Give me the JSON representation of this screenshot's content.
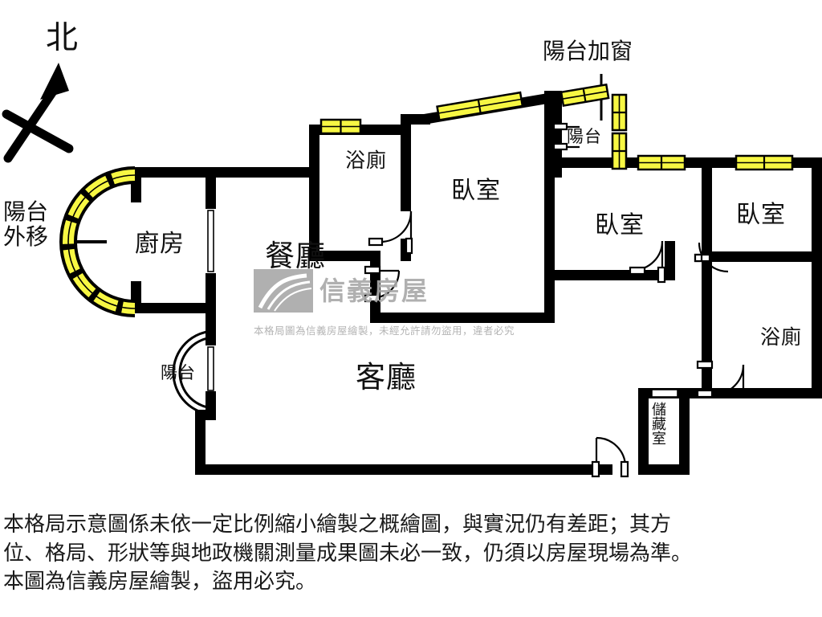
{
  "compass": {
    "label": "北",
    "icon": "north-arrow-icon"
  },
  "callouts": [
    {
      "name": "balcony-relocated",
      "line1": "陽台",
      "line2": "外移"
    },
    {
      "name": "balcony-added-window",
      "text": "陽台加窗"
    }
  ],
  "rooms": [
    {
      "name": "kitchen",
      "label": "廚房",
      "size": "lbl-lg"
    },
    {
      "name": "bathroom-1",
      "label": "浴廁",
      "size": "lbl-md"
    },
    {
      "name": "dining-room",
      "label": "餐廳",
      "size": "lbl-xl"
    },
    {
      "name": "living-room",
      "label": "客廳",
      "size": "lbl-xl"
    },
    {
      "name": "bedroom-1",
      "label": "臥室",
      "size": "lbl-lg"
    },
    {
      "name": "bedroom-2",
      "label": "臥室",
      "size": "lbl-lg"
    },
    {
      "name": "bedroom-3",
      "label": "臥室",
      "size": "lbl-lg"
    },
    {
      "name": "bathroom-2",
      "label": "浴廁",
      "size": "lbl-md"
    },
    {
      "name": "balcony-lower",
      "label": "陽台",
      "size": "lbl-sm"
    },
    {
      "name": "balcony-upper",
      "label": "陽台",
      "size": "lbl-sm"
    },
    {
      "name": "storage-room",
      "label": "儲藏室",
      "size": "lbl-xs"
    }
  ],
  "watermark": {
    "brand": "信義房屋",
    "notice": "本格局圖為信義房屋繪製，未經允許請勿盜用，違者必究"
  },
  "disclaimer": {
    "line1": "本格局示意圖係未依一定比例縮小繪製之概繪圖，與實況仍有差距；其方",
    "line2": "位、格局、形狀等與地政機關測量成果圖未必一致，仍須以房屋現場為準。",
    "line3": "本圖為信義房屋繪製，盜用必究。"
  },
  "colors": {
    "wall": "#000000",
    "window_fill": "#f7f743",
    "window_stroke": "#000000",
    "background": "#ffffff",
    "watermark": "#b0b0b0",
    "text": "#111111"
  }
}
